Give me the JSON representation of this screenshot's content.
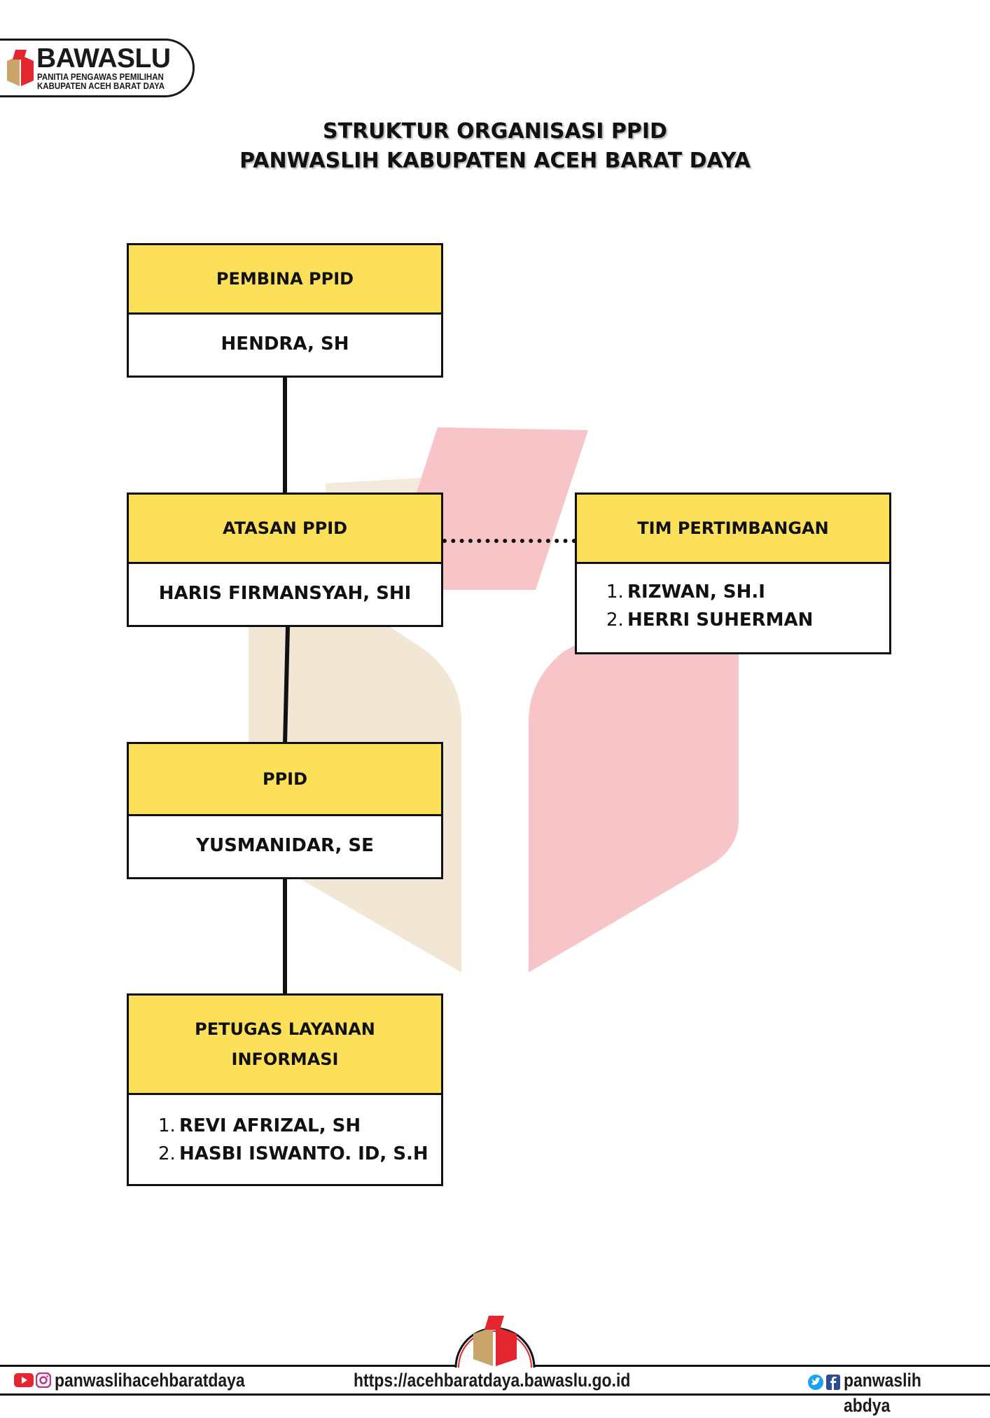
{
  "header": {
    "brand": "BAWASLU",
    "subtitle_line1": "PANITIA PENGAWAS PEMILIHAN",
    "subtitle_line2": "KABUPATEN ACEH BARAT DAYA"
  },
  "title": {
    "line1": "STRUKTUR ORGANISASI PPID",
    "line2": "PANWASLIH KABUPATEN ACEH BARAT DAYA"
  },
  "boxes": {
    "pembina": {
      "head": "PEMBINA PPID",
      "name": "HENDRA, SH"
    },
    "atasan": {
      "head": "ATASAN PPID",
      "name": "HARIS FIRMANSYAH, SHI"
    },
    "tim": {
      "head": "TIM PERTIMBANGAN",
      "members": [
        "RIZWAN, SH.I",
        "HERRI SUHERMAN"
      ]
    },
    "ppid": {
      "head": "PPID",
      "name": "YUSMANIDAR, SE"
    },
    "petugas": {
      "head_line1": "PETUGAS LAYANAN",
      "head_line2": "INFORMASI",
      "members": [
        "REVI AFRIZAL, SH",
        "HASBI ISWANTO. ID, S.H"
      ]
    }
  },
  "numbers": [
    "1.",
    "2."
  ],
  "footer": {
    "instagram": "panwaslihacehbaratdaya",
    "website": "https://acehbaratdaya.bawaslu.go.id",
    "social": "panwaslih abdya"
  },
  "colors": {
    "box_head": "#fde05a",
    "watermark_red": "#f7c5c8",
    "watermark_tan": "#f2e6d5",
    "brand_red": "#e3262f",
    "brand_tan": "#c9a56b"
  },
  "icons": [
    "youtube-icon",
    "instagram-icon",
    "twitter-icon",
    "facebook-icon",
    "bawaslu-logo-icon"
  ]
}
